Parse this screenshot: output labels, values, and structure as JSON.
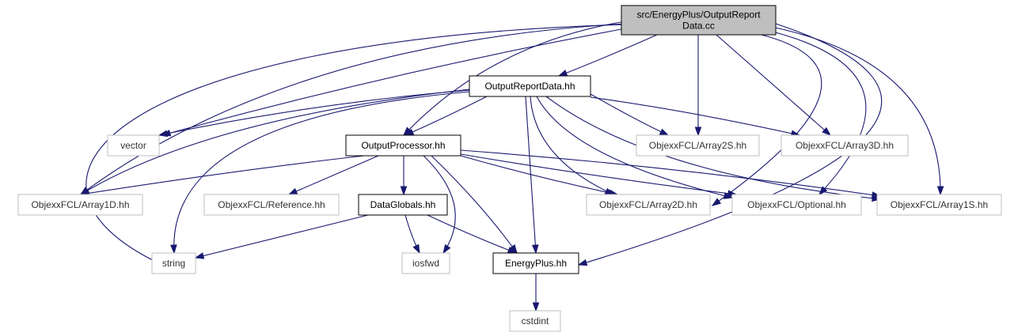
{
  "graph": {
    "nodes": [
      {
        "id": "root",
        "kind": "root",
        "lines": [
          "src/EnergyPlus/OutputReport",
          "Data.cc"
        ]
      },
      {
        "id": "ord",
        "kind": "local",
        "lines": [
          "OutputReportData.hh"
        ]
      },
      {
        "id": "vector",
        "kind": "sys",
        "lines": [
          "vector"
        ]
      },
      {
        "id": "array2s",
        "kind": "sys",
        "lines": [
          "ObjexxFCL/Array2S.hh"
        ]
      },
      {
        "id": "array3d",
        "kind": "sys",
        "lines": [
          "ObjexxFCL/Array3D.hh"
        ]
      },
      {
        "id": "outproc",
        "kind": "local",
        "lines": [
          "OutputProcessor.hh"
        ]
      },
      {
        "id": "array1d",
        "kind": "sys",
        "lines": [
          "ObjexxFCL/Array1D.hh"
        ]
      },
      {
        "id": "reference",
        "kind": "sys",
        "lines": [
          "ObjexxFCL/Reference.hh"
        ]
      },
      {
        "id": "dataglobals",
        "kind": "local",
        "lines": [
          "DataGlobals.hh"
        ]
      },
      {
        "id": "array2d",
        "kind": "sys",
        "lines": [
          "ObjexxFCL/Array2D.hh"
        ]
      },
      {
        "id": "optional",
        "kind": "sys",
        "lines": [
          "ObjexxFCL/Optional.hh"
        ]
      },
      {
        "id": "array1s",
        "kind": "sys",
        "lines": [
          "ObjexxFCL/Array1S.hh"
        ]
      },
      {
        "id": "string",
        "kind": "sys",
        "lines": [
          "string"
        ]
      },
      {
        "id": "iosfwd",
        "kind": "sys",
        "lines": [
          "iosfwd"
        ]
      },
      {
        "id": "energyplus",
        "kind": "local",
        "lines": [
          "EnergyPlus.hh"
        ]
      },
      {
        "id": "cstdint",
        "kind": "sys",
        "lines": [
          "cstdint"
        ]
      }
    ],
    "edges": [
      {
        "from": "root",
        "to": "ord"
      },
      {
        "from": "root",
        "to": "vector"
      },
      {
        "from": "root",
        "to": "array2s"
      },
      {
        "from": "root",
        "to": "array3d"
      },
      {
        "from": "root",
        "to": "outproc"
      },
      {
        "from": "root",
        "to": "array1d"
      },
      {
        "from": "root",
        "to": "string"
      },
      {
        "from": "root",
        "to": "array2d"
      },
      {
        "from": "root",
        "to": "optional"
      },
      {
        "from": "root",
        "to": "array1s"
      },
      {
        "from": "root",
        "to": "energyplus"
      },
      {
        "from": "ord",
        "to": "vector"
      },
      {
        "from": "ord",
        "to": "array2s"
      },
      {
        "from": "ord",
        "to": "array3d"
      },
      {
        "from": "ord",
        "to": "outproc"
      },
      {
        "from": "ord",
        "to": "array1d"
      },
      {
        "from": "ord",
        "to": "string"
      },
      {
        "from": "ord",
        "to": "array2d"
      },
      {
        "from": "ord",
        "to": "optional"
      },
      {
        "from": "ord",
        "to": "array1s"
      },
      {
        "from": "ord",
        "to": "energyplus"
      },
      {
        "from": "outproc",
        "to": "array1d"
      },
      {
        "from": "outproc",
        "to": "reference"
      },
      {
        "from": "outproc",
        "to": "dataglobals"
      },
      {
        "from": "outproc",
        "to": "array2d"
      },
      {
        "from": "outproc",
        "to": "optional"
      },
      {
        "from": "outproc",
        "to": "array1s"
      },
      {
        "from": "outproc",
        "to": "iosfwd"
      },
      {
        "from": "outproc",
        "to": "energyplus"
      },
      {
        "from": "dataglobals",
        "to": "string"
      },
      {
        "from": "dataglobals",
        "to": "iosfwd"
      },
      {
        "from": "dataglobals",
        "to": "energyplus"
      },
      {
        "from": "energyplus",
        "to": "cstdint"
      }
    ]
  }
}
